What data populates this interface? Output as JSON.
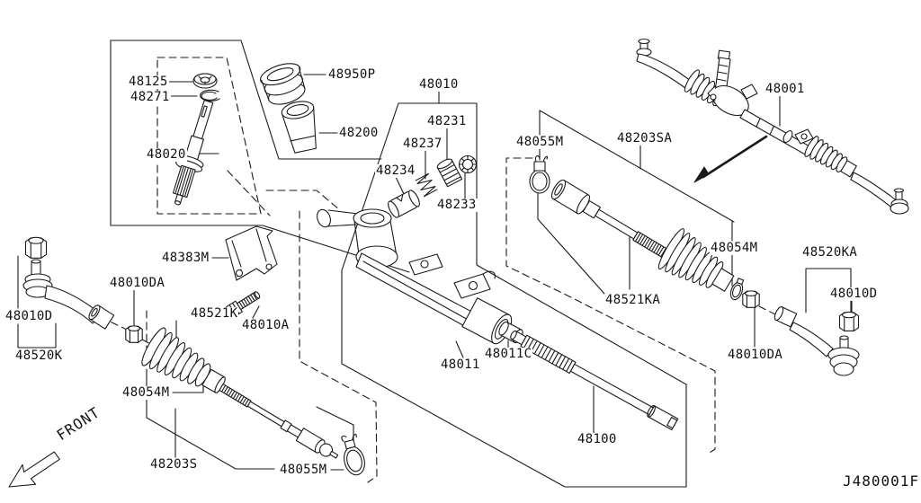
{
  "diagram": {
    "code": "J480001F",
    "front_label": "FRONT",
    "labels": [
      {
        "text": "48125"
      },
      {
        "text": "48271"
      },
      {
        "text": "48020"
      },
      {
        "text": "48950P"
      },
      {
        "text": "48200"
      },
      {
        "text": "48010"
      },
      {
        "text": "48231"
      },
      {
        "text": "48237"
      },
      {
        "text": "48234"
      },
      {
        "text": "48233"
      },
      {
        "text": "48055M"
      },
      {
        "text": "48203SA"
      },
      {
        "text": "48001"
      },
      {
        "text": "48054M"
      },
      {
        "text": "48520KA"
      },
      {
        "text": "48010D"
      },
      {
        "text": "48521KA"
      },
      {
        "text": "48010DA"
      },
      {
        "text": "48010D"
      },
      {
        "text": "48520K"
      },
      {
        "text": "48010DA"
      },
      {
        "text": "48383M"
      },
      {
        "text": "48521K"
      },
      {
        "text": "48010A"
      },
      {
        "text": "48011"
      },
      {
        "text": "48011C"
      },
      {
        "text": "48100"
      },
      {
        "text": "48054M"
      },
      {
        "text": "48203S"
      },
      {
        "text": "48055M"
      }
    ],
    "line_color": "#1a1a1a"
  }
}
